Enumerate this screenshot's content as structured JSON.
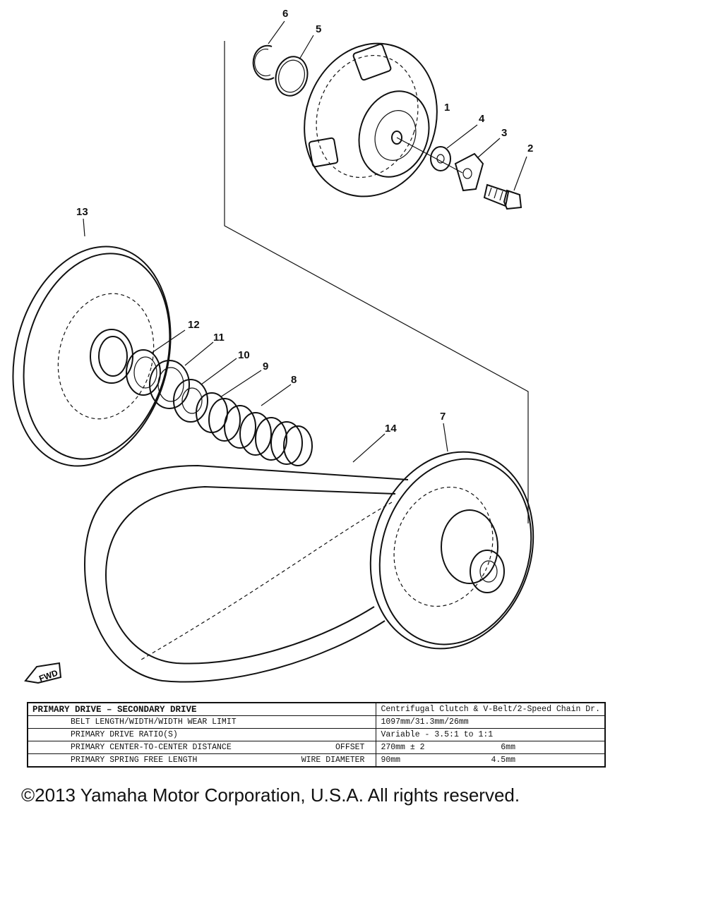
{
  "callouts": {
    "n1": "1",
    "n2": "2",
    "n3": "3",
    "n4": "4",
    "n5": "5",
    "n6": "6",
    "n7": "7",
    "n8": "8",
    "n9": "9",
    "n10": "10",
    "n11": "11",
    "n12": "12",
    "n13": "13",
    "n14": "14"
  },
  "fwd_label": "FWD",
  "table": {
    "header": "PRIMARY DRIVE – SECONDARY DRIVE",
    "header_value": "Centrifugal Clutch & V-Belt/2-Speed Chain Dr.",
    "rows": [
      {
        "label": "BELT LENGTH/WIDTH/WIDTH WEAR LIMIT",
        "sub": "",
        "value": "1097mm/31.3mm/26mm",
        "value_sub": ""
      },
      {
        "label": "PRIMARY DRIVE RATIO(S)",
        "sub": "",
        "value": "Variable - 3.5:1 to 1:1",
        "value_sub": ""
      },
      {
        "label": "PRIMARY CENTER-TO-CENTER DISTANCE",
        "sub": "OFFSET",
        "value": "270mm ± 2",
        "value_sub": "6mm"
      },
      {
        "label": "PRIMARY SPRING FREE LENGTH",
        "sub": "WIRE DIAMETER",
        "value": "90mm",
        "value_sub": "4.5mm"
      }
    ]
  },
  "copyright": "©2013 Yamaha Motor Corporation, U.S.A. All rights reserved."
}
